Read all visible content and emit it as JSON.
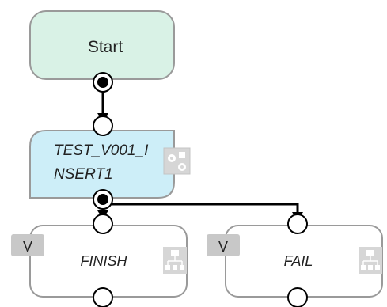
{
  "nodes": {
    "start": {
      "label": "Start",
      "color": "#d9f2e6"
    },
    "insert": {
      "label_line1": "TEST_V001_I",
      "label_line2": "NSERT1",
      "color": "#cdeef8"
    },
    "finish": {
      "label": "FINISH",
      "badge": "V"
    },
    "fail": {
      "label": "FAIL",
      "badge": "V"
    }
  },
  "icons": {
    "insert_icon": "gears-icon",
    "finish_icon": "hierarchy-icon",
    "fail_icon": "hierarchy-icon"
  }
}
